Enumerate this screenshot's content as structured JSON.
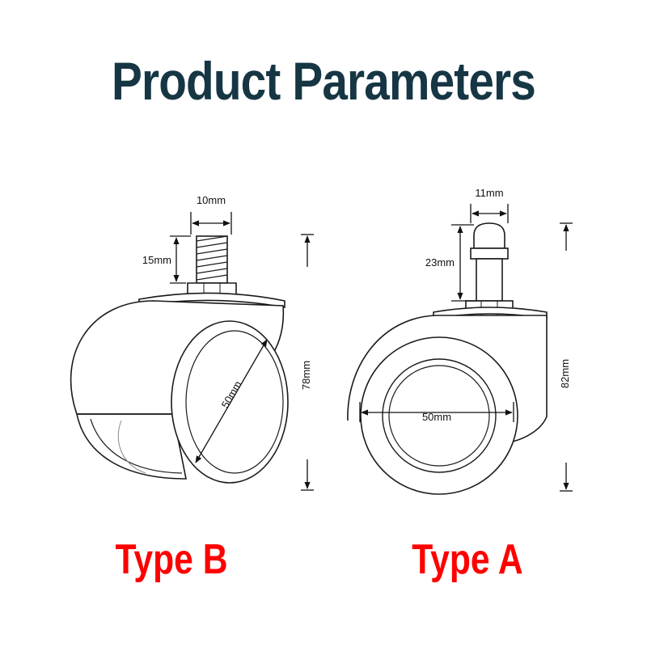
{
  "title": "Product Parameters",
  "accent_color": "#ff0000",
  "title_color": "#163644",
  "type_b": {
    "label": "Type B",
    "stem_width": "10mm",
    "stem_height": "15mm",
    "wheel_diameter": "50mm",
    "total_height": "78mm"
  },
  "type_a": {
    "label": "Type A",
    "stem_width": "11mm",
    "stem_height": "23mm",
    "wheel_diameter": "50mm",
    "total_height": "82mm"
  }
}
